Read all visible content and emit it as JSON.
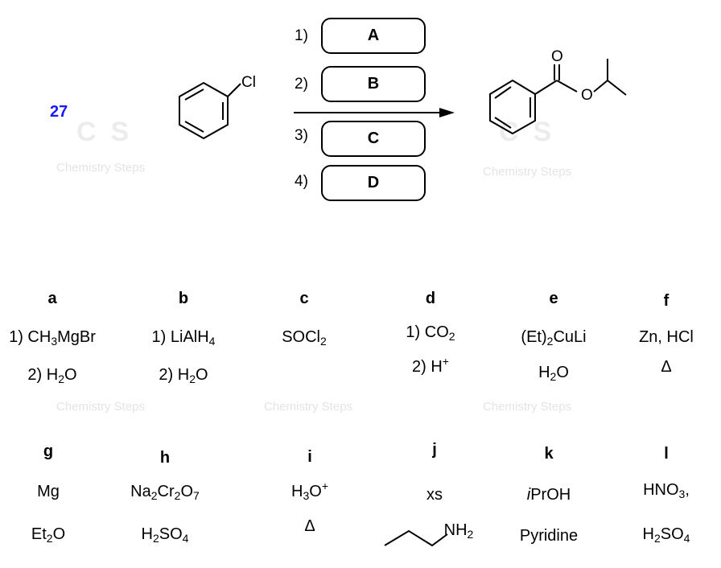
{
  "question_number": "27",
  "watermark": "Chemistry Steps",
  "watermark_logo": "CS",
  "reaction": {
    "starting_material_label": "Cl",
    "product_labels": {
      "carbonyl_o": "O",
      "ester_o": "O"
    },
    "steps": [
      {
        "number": "1)",
        "box": "A"
      },
      {
        "number": "2)",
        "box": "B"
      },
      {
        "number": "3)",
        "box": "C"
      },
      {
        "number": "4)",
        "box": "D"
      }
    ]
  },
  "reagents": [
    {
      "letter": "a",
      "lines": [
        [
          {
            "t": "1) CH"
          },
          {
            "sub": "3"
          },
          {
            "t": "MgBr"
          }
        ],
        [
          {
            "t": "2) H"
          },
          {
            "sub": "2"
          },
          {
            "t": "O"
          }
        ]
      ]
    },
    {
      "letter": "b",
      "lines": [
        [
          {
            "t": "1) LiAlH"
          },
          {
            "sub": "4"
          }
        ],
        [
          {
            "t": "2) H"
          },
          {
            "sub": "2"
          },
          {
            "t": "O"
          }
        ]
      ]
    },
    {
      "letter": "c",
      "lines": [
        [
          {
            "t": "SOCl"
          },
          {
            "sub": "2"
          }
        ]
      ]
    },
    {
      "letter": "d",
      "lines": [
        [
          {
            "t": "1)  CO"
          },
          {
            "sub": "2"
          }
        ],
        [
          {
            "t": "2)  H"
          },
          {
            "sup": "+"
          }
        ]
      ]
    },
    {
      "letter": "e",
      "lines": [
        [
          {
            "t": "(Et)"
          },
          {
            "sub": "2"
          },
          {
            "t": "CuLi"
          }
        ],
        [
          {
            "t": "H"
          },
          {
            "sub": "2"
          },
          {
            "t": "O"
          }
        ]
      ]
    },
    {
      "letter": "f",
      "lines": [
        [
          {
            "t": "Zn, HCl"
          }
        ],
        [
          {
            "t": "Δ"
          }
        ]
      ]
    },
    {
      "letter": "g",
      "lines": [
        [
          {
            "t": "Mg"
          }
        ],
        [
          {
            "t": "Et"
          },
          {
            "sub": "2"
          },
          {
            "t": "O"
          }
        ]
      ]
    },
    {
      "letter": "h",
      "lines": [
        [
          {
            "t": "Na"
          },
          {
            "sub": "2"
          },
          {
            "t": "Cr"
          },
          {
            "sub": "2"
          },
          {
            "t": "O"
          },
          {
            "sub": "7"
          }
        ],
        [
          {
            "t": "H"
          },
          {
            "sub": "2"
          },
          {
            "t": "SO"
          },
          {
            "sub": "4"
          }
        ]
      ]
    },
    {
      "letter": "i",
      "lines": [
        [
          {
            "t": "H"
          },
          {
            "sub": "3"
          },
          {
            "t": "O"
          },
          {
            "sup": "+"
          }
        ],
        [
          {
            "t": "Δ"
          }
        ]
      ]
    },
    {
      "letter": "j",
      "lines": [
        [
          {
            "t": "xs"
          }
        ],
        [
          {
            "t": "NH"
          },
          {
            "sub": "2"
          }
        ]
      ]
    },
    {
      "letter": "k",
      "lines": [
        [
          {
            "it": "i"
          },
          {
            "t": "PrOH"
          }
        ],
        [
          {
            "t": "Pyridine"
          }
        ]
      ]
    },
    {
      "letter": "l",
      "lines": [
        [
          {
            "t": "HNO"
          },
          {
            "sub": "3"
          },
          {
            "t": ","
          }
        ],
        [
          {
            "t": "H"
          },
          {
            "sub": "2"
          },
          {
            "t": "SO"
          },
          {
            "sub": "4"
          }
        ]
      ]
    }
  ]
}
